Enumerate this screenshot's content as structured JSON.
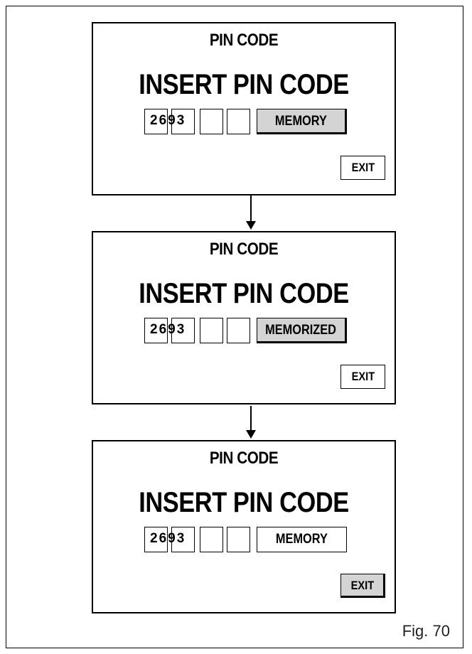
{
  "screens": [
    {
      "title": "PIN CODE",
      "heading": "INSERT PIN CODE",
      "pin": "2693",
      "memory_label": "MEMORY",
      "memory_active": true,
      "exit_label": "EXIT",
      "exit_active": false
    },
    {
      "title": "PIN CODE",
      "heading": "INSERT PIN CODE",
      "pin": "2693",
      "memory_label": "MEMORIZED",
      "memory_active": true,
      "exit_label": "EXIT",
      "exit_active": false
    },
    {
      "title": "PIN CODE",
      "heading": "INSERT PIN CODE",
      "pin": "2693",
      "memory_label": "MEMORY",
      "memory_active": false,
      "exit_label": "EXIT",
      "exit_active": true
    }
  ],
  "figure_label": "Fig. 70",
  "colors": {
    "highlight": "#d4d4d4",
    "border": "#000000"
  }
}
